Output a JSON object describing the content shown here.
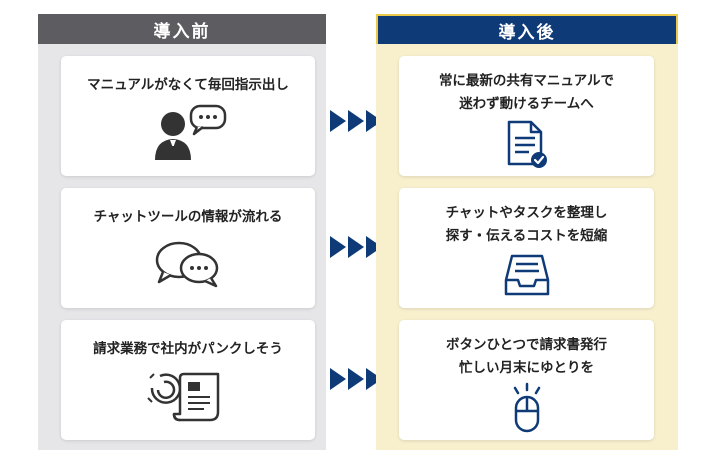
{
  "before": {
    "header": "導入前",
    "cards": [
      {
        "text": "マニュアルがなくて毎回指示出し",
        "icon": "person-speech-icon"
      },
      {
        "text": "チャットツールの情報が流れる",
        "icon": "chat-bubbles-icon"
      },
      {
        "text": "請求業務で社内がパンクしそう",
        "icon": "busy-document-icon"
      }
    ]
  },
  "after": {
    "header": "導入後",
    "cards": [
      {
        "text": "常に最新の共有マニュアルで\n迷わず動けるチームへ",
        "icon": "checked-document-icon"
      },
      {
        "text": "チャットやタスクを整理し\n探す・伝えるコストを短縮",
        "icon": "inbox-tray-icon"
      },
      {
        "text": "ボタンひとつで請求書発行\n忙しい月末にゆとりを",
        "icon": "mouse-click-icon"
      }
    ]
  },
  "colors": {
    "before_header": "#5d5d61",
    "after_header": "#0e3a78",
    "after_bg": "#f8f0cd",
    "before_bg": "#e6e6e9",
    "arrow": "#0e3a78"
  }
}
